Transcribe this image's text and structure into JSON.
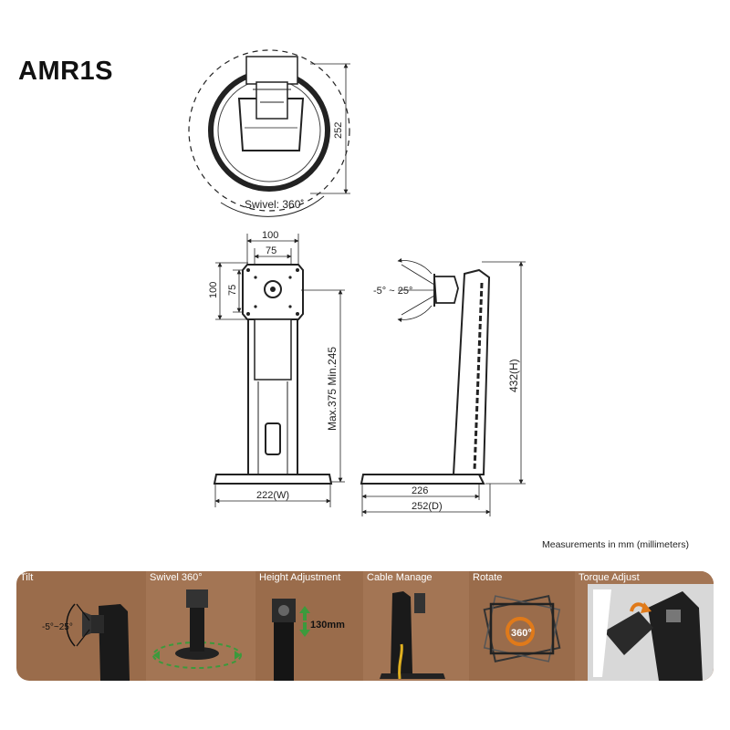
{
  "product": {
    "model": "AMR1S"
  },
  "top_view": {
    "swivel_label": "Swivel: 360˚",
    "depth_label": "252"
  },
  "front_view": {
    "vesa_outer_width": "100",
    "vesa_inner_width": "75",
    "vesa_outer_height": "100",
    "vesa_inner_height": "75",
    "height_range": "Max.375  Min.245",
    "base_width": "222(W)"
  },
  "side_view": {
    "tilt_range": "-5° ~ 25°",
    "height": "432(H)",
    "base_depth": "226",
    "total_depth": "252(D)"
  },
  "units_note": "Measurements in mm (millimeters)",
  "features": [
    {
      "label": "Tilt",
      "tilt_text": "-5°~25°"
    },
    {
      "label": "Swivel 360°"
    },
    {
      "label": "Height Adjustment",
      "height_text": "130mm"
    },
    {
      "label": "Cable Manage"
    },
    {
      "label": "Rotate",
      "rotate_text": "360°"
    },
    {
      "label": "Torque Adjust"
    }
  ],
  "colors": {
    "strip_bg": "#9a6c4b",
    "panel_bg": "#a37554",
    "arrow_orange": "#e07a1a",
    "arrow_green": "#3c9a3c"
  }
}
